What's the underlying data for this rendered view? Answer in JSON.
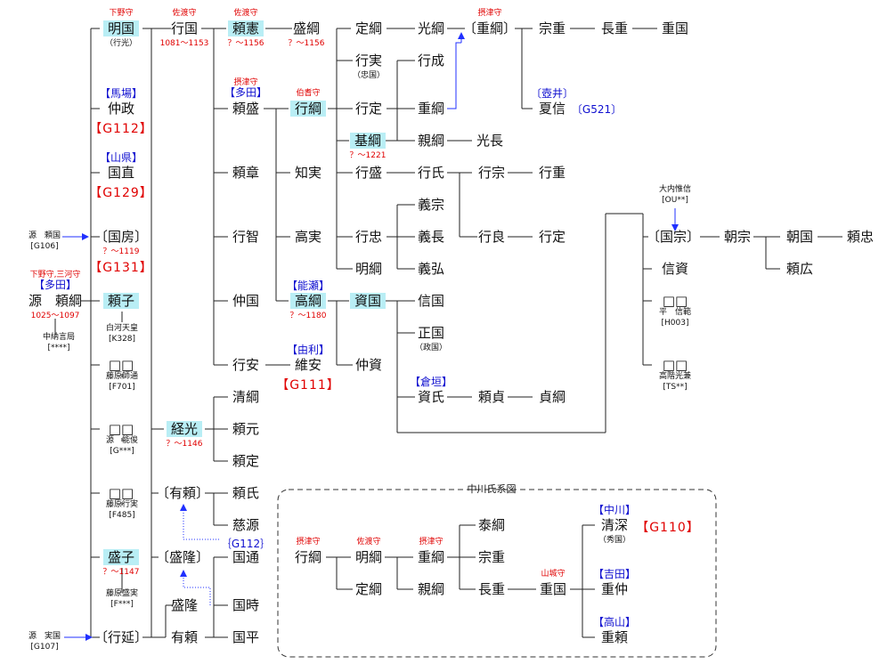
{
  "diagram": {
    "people": [
      {
        "id": "yorimune",
        "name": "源　頼綱",
        "sub": "1025～1097",
        "title": "下野守,三河守",
        "tag": "【多田】"
      },
      {
        "id": "akikuni",
        "name": "明国",
        "sub": "（行光）",
        "title": "下野守",
        "hl": true
      },
      {
        "id": "nakamasa",
        "name": "仲政",
        "tag": "【馬場】",
        "ref": "【G112】"
      },
      {
        "id": "kuninao",
        "name": "国直",
        "tag": "【山県】",
        "ref": "【G129】"
      },
      {
        "id": "kunifusa",
        "name": "〔国房〕",
        "sub": "？～1119",
        "ref": "【G131】"
      },
      {
        "id": "yoriko",
        "name": "頼子",
        "hl": true
      },
      {
        "id": "sq1",
        "name": "□□"
      },
      {
        "id": "sq2",
        "name": "□□"
      },
      {
        "id": "sq3",
        "name": "□□"
      },
      {
        "id": "moriko",
        "name": "盛子",
        "sub": "？～1147",
        "hl": true
      },
      {
        "id": "yukinobu",
        "name": "〔行延〕"
      },
      {
        "id": "yukikuni",
        "name": "行国",
        "sub": "1081～1153",
        "title": "佐渡守"
      },
      {
        "id": "tsunemitsu",
        "name": "経光",
        "sub": "？～1146",
        "hl": true
      },
      {
        "id": "ariyori",
        "name": "〔有頼〕"
      },
      {
        "id": "moritaka",
        "name": "〔盛隆〕"
      },
      {
        "id": "moritaka2",
        "name": "盛隆"
      },
      {
        "id": "ariyori2",
        "name": "有頼"
      },
      {
        "id": "yorinori",
        "name": "頼憲",
        "sub": "？～1156",
        "title": "佐渡守",
        "hl": true
      },
      {
        "id": "yorimori",
        "name": "頼盛",
        "title": "摂津守",
        "tag": "【多田】"
      },
      {
        "id": "yoriaki",
        "name": "頼章"
      },
      {
        "id": "yukitomo",
        "name": "行智"
      },
      {
        "id": "nakakuni",
        "name": "仲国"
      },
      {
        "id": "yukiyasu",
        "name": "行安"
      },
      {
        "id": "kiyotsuna",
        "name": "清綱"
      },
      {
        "id": "yorimoto",
        "name": "頼元"
      },
      {
        "id": "yorisada",
        "name": "頼定"
      },
      {
        "id": "yoriuji",
        "name": "頼氏"
      },
      {
        "id": "jigen",
        "name": "慈源",
        "ref": "｛G112｝"
      },
      {
        "id": "kunimichi",
        "name": "国通"
      },
      {
        "id": "kunitoki",
        "name": "国時"
      },
      {
        "id": "kunihira",
        "name": "国平"
      },
      {
        "id": "moritsuna",
        "name": "盛綱",
        "sub": "？～1156"
      },
      {
        "id": "yukitsuna",
        "name": "行綱",
        "title": "伯耆守",
        "hl": true
      },
      {
        "id": "tomozane",
        "name": "知実"
      },
      {
        "id": "takazane",
        "name": "高実"
      },
      {
        "id": "takatsuna",
        "name": "高綱",
        "sub": "？～1180",
        "tag": "【能瀬】",
        "hl": true
      },
      {
        "id": "koreyasu",
        "name": "維安",
        "tag": "【由利】",
        "ref": "【G111】"
      },
      {
        "id": "sadatsuna",
        "name": "定綱"
      },
      {
        "id": "yukizane",
        "name": "行実",
        "sub": "（忠国）"
      },
      {
        "id": "yukisada",
        "name": "行定"
      },
      {
        "id": "mototsuna",
        "name": "基綱",
        "sub": "？～1221",
        "hl": true
      },
      {
        "id": "yukimori",
        "name": "行盛"
      },
      {
        "id": "yukitada",
        "name": "行忠"
      },
      {
        "id": "aketsuna",
        "name": "明綱"
      },
      {
        "id": "sukekuni",
        "name": "資国",
        "hl": true
      },
      {
        "id": "nakasuke",
        "name": "仲資"
      },
      {
        "id": "mitsutsuna",
        "name": "光綱"
      },
      {
        "id": "yukinari",
        "name": "行成"
      },
      {
        "id": "shigetsuna",
        "name": "重綱"
      },
      {
        "id": "chikatsuna",
        "name": "親綱"
      },
      {
        "id": "yukiuji",
        "name": "行氏"
      },
      {
        "id": "yoshimune",
        "name": "義宗"
      },
      {
        "id": "yoshinaga",
        "name": "義長"
      },
      {
        "id": "yoshihiro",
        "name": "義弘"
      },
      {
        "id": "nobukuni",
        "name": "信国"
      },
      {
        "id": "masakuni",
        "name": "正国",
        "sub": "（政国）"
      },
      {
        "id": "sukeuji",
        "name": "資氏",
        "tag": "【倉垣】"
      },
      {
        "id": "mitsunaga",
        "name": "光長"
      },
      {
        "id": "yukimune",
        "name": "行宗"
      },
      {
        "id": "yukiyoshi",
        "name": "行良"
      },
      {
        "id": "yorisada2",
        "name": "頼貞"
      },
      {
        "id": "shigetsuna2",
        "name": "〔重綱〕",
        "title": "摂津守"
      },
      {
        "id": "natsunobu",
        "name": "夏信",
        "tag": "〔壺井〕",
        "ref": "〔G521〕"
      },
      {
        "id": "munehige",
        "name": "宗重"
      },
      {
        "id": "yukishige",
        "name": "行重"
      },
      {
        "id": "yukisada2",
        "name": "行定"
      },
      {
        "id": "sadatsuna2",
        "name": "貞綱"
      },
      {
        "id": "nagashige",
        "name": "長重"
      },
      {
        "id": "shigekuni",
        "name": "重国"
      },
      {
        "id": "kunimune",
        "name": "〔国宗〕"
      },
      {
        "id": "nobusuke",
        "name": "信資"
      },
      {
        "id": "sq4",
        "name": "□□"
      },
      {
        "id": "sq5",
        "name": "□□"
      },
      {
        "id": "tomomune",
        "name": "朝宗"
      },
      {
        "id": "tomokuni",
        "name": "朝国"
      },
      {
        "id": "yoritada",
        "name": "頼忠"
      },
      {
        "id": "yorihiro",
        "name": "頼広"
      }
    ],
    "external": [
      {
        "id": "ext_yorikuni",
        "name": "源　頼国",
        "code": "[G106]"
      },
      {
        "id": "ext_sanekuni",
        "name": "源　実国",
        "code": "[G107]"
      },
      {
        "id": "ext_shirakawa",
        "name": "白河天皇",
        "code": "[K328]"
      },
      {
        "id": "ext_chunagon",
        "name": "中納言局",
        "code": "[****]"
      },
      {
        "id": "ext_morokata",
        "name": "藤原師通",
        "code": "[F701]"
      },
      {
        "id": "ext_yoshitoshi",
        "name": "源　能俊",
        "code": "[G***]"
      },
      {
        "id": "ext_yukizane",
        "name": "藤原行実",
        "code": "[F485]"
      },
      {
        "id": "ext_morizane",
        "name": "藤原盛実",
        "code": "[F***]"
      },
      {
        "id": "ext_koretomo",
        "name": "大内惟信",
        "code": "[OU**]"
      },
      {
        "id": "ext_nobunori",
        "name": "平　信範",
        "code": "[H003]"
      },
      {
        "id": "ext_mitsukane",
        "name": "高階光兼",
        "code": "[TS**]"
      }
    ],
    "nakagawa": {
      "title": "中川氏系図",
      "nodes": [
        {
          "id": "nk_yukitsuna",
          "name": "行綱",
          "title": "摂津守"
        },
        {
          "id": "nk_akitsuna",
          "name": "明綱",
          "title": "佐渡守"
        },
        {
          "id": "nk_sadatsuna",
          "name": "定綱"
        },
        {
          "id": "nk_shigetsuna",
          "name": "重綱",
          "title": "摂津守"
        },
        {
          "id": "nk_chikatsuna",
          "name": "親綱"
        },
        {
          "id": "nk_yasutsuna",
          "name": "泰綱"
        },
        {
          "id": "nk_munehige",
          "name": "宗重"
        },
        {
          "id": "nk_nagashige",
          "name": "長重"
        },
        {
          "id": "nk_shigekuni",
          "name": "重国",
          "title": "山城守"
        },
        {
          "id": "nk_kiyomi",
          "name": "清深",
          "sub": "（秀国）",
          "tag": "【中川】",
          "ref": "【G110】"
        },
        {
          "id": "nk_shigenaka",
          "name": "重仲",
          "tag": "【吉田】"
        },
        {
          "id": "nk_shigeyori",
          "name": "重頼",
          "tag": "【高山】"
        }
      ]
    }
  }
}
